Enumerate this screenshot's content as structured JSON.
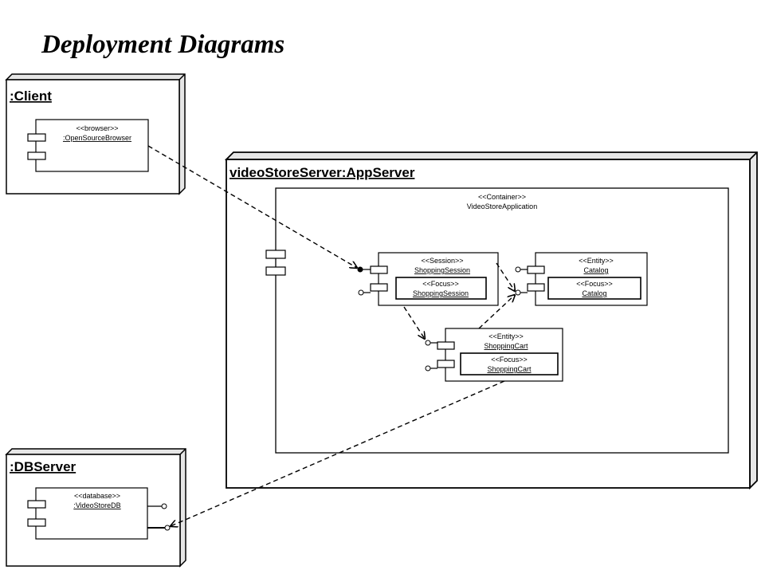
{
  "page": {
    "title": "Deployment Diagrams"
  },
  "nodes": {
    "client": {
      "label": ":Client",
      "component": {
        "stereotype": "<<browser>>",
        "name": ":OpenSourceBrowser"
      }
    },
    "app_server": {
      "label": "videoStoreServer:AppServer",
      "container": {
        "stereotype": "<<Container>>",
        "name": "VideoStoreApplication"
      },
      "components": {
        "session": {
          "stereotype": "<<Session>>",
          "name": "ShoppingSession",
          "focus_stereotype": "<<Focus>>",
          "focus_name": "ShoppingSession"
        },
        "catalog": {
          "stereotype": "<<Entity>>",
          "name": "Catalog",
          "focus_stereotype": "<<Focus>>",
          "focus_name": "Catalog"
        },
        "cart": {
          "stereotype": "<<Entity>>",
          "name": "ShoppingCart",
          "focus_stereotype": "<<Focus>>",
          "focus_name": "ShoppingCart"
        }
      }
    },
    "db_server": {
      "label": ":DBServer",
      "component": {
        "stereotype": "<<database>>",
        "name": ":VideoStoreDB"
      }
    }
  }
}
